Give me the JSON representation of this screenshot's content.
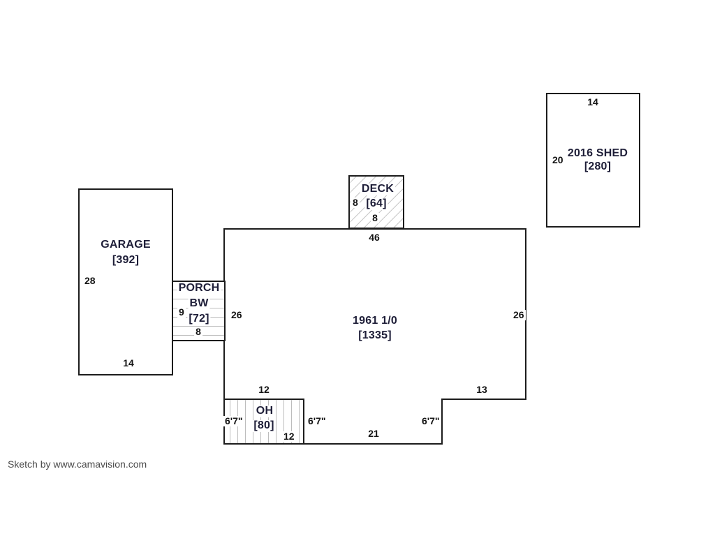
{
  "footer": {
    "credit": "Sketch by www.camavision.com"
  },
  "colors": {
    "outline": "#1c1c1c",
    "building_label_text": "#1e1e38",
    "dimension_text": "#141414",
    "pattern_line": "#bdbdbd",
    "background": "#ffffff"
  },
  "sketch": {
    "house": {
      "label": "1961 1/0",
      "area": "[1335]",
      "dim_top": "46",
      "dim_left": "26",
      "dim_right": "26",
      "dim_bottom_left": "12",
      "dim_bottom_right": "13",
      "dim_bottom_mid": "21",
      "dim_notch_left": "6'7\"",
      "dim_notch_right": "6'7\""
    },
    "garage": {
      "label": "GARAGE",
      "area": "[392]",
      "dim_left": "28",
      "dim_bottom": "14"
    },
    "porch": {
      "label": "PORCH",
      "sublabel": "BW",
      "area": "[72]",
      "dim_left": "9",
      "dim_bottom": "8"
    },
    "deck": {
      "label": "DECK",
      "area": "[64]",
      "dim_left": "8",
      "dim_bottom": "8"
    },
    "overhang": {
      "label": "OH",
      "area": "[80]",
      "dim_left": "6'7\"",
      "dim_bottom": "12"
    },
    "shed": {
      "label": "2016 SHED",
      "area": "[280]",
      "dim_top": "14",
      "dim_left": "20"
    }
  }
}
